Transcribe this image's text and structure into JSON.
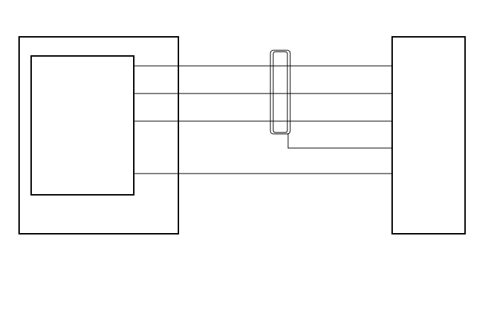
{
  "diagram": {
    "stroke_color": "#000000",
    "background_color": "#ffffff",
    "components": [
      {
        "name": "left-unit-housing"
      },
      {
        "name": "left-unit-inner-module"
      },
      {
        "name": "right-unit-housing"
      },
      {
        "name": "shielded-cable-sleeve"
      }
    ],
    "wires": [
      {
        "name": "wire-1",
        "shielded": true
      },
      {
        "name": "wire-2",
        "shielded": true
      },
      {
        "name": "wire-3",
        "shielded": true
      },
      {
        "name": "shield-drain-wire",
        "shielded": false
      },
      {
        "name": "wire-5",
        "shielded": false
      }
    ]
  }
}
